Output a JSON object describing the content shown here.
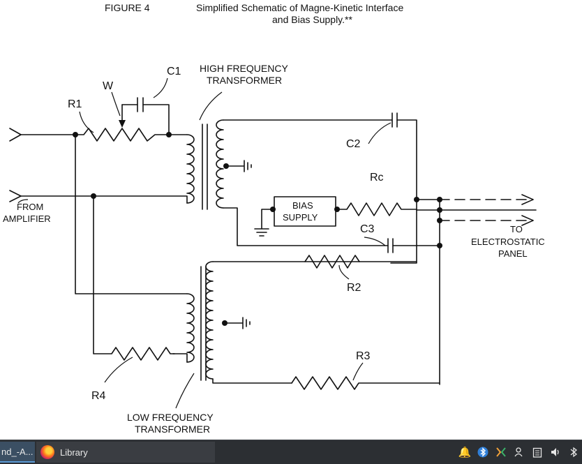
{
  "figure": {
    "number": "FIGURE 4",
    "title_line1": "Simplified Schematic of Magne-Kinetic Interface",
    "title_line2": "and Bias Supply.**"
  },
  "labels": {
    "r1": "R1",
    "w": "W",
    "c1": "C1",
    "hf_line1": "HIGH FREQUENCY",
    "hf_line2": "TRANSFORMER",
    "c2": "C2",
    "rc": "Rc",
    "bias_line1": "BIAS",
    "bias_line2": "SUPPLY",
    "c3": "C3",
    "from_line1": "FROM",
    "from_line2": "AMPLIFIER",
    "to_line1": "TO",
    "to_line2": "ELECTROSTATIC",
    "to_line3": "PANEL",
    "r2": "R2",
    "r3": "R3",
    "r4": "R4",
    "lf_line1": "LOW FREQUENCY",
    "lf_line2": "TRANSFORMER"
  },
  "taskbar": {
    "task1_label": "nd_-A...",
    "task2_label": "Library",
    "tray_icons": [
      "notifications-icon",
      "bluetooth-icon",
      "kde-connect-icon",
      "user-switch-icon",
      "clipboard-icon",
      "volume-icon",
      "network-icon"
    ]
  },
  "colors": {
    "taskbar_bg": "#2c2f33",
    "active_task": "#3b4f63",
    "ink": "#111111"
  }
}
